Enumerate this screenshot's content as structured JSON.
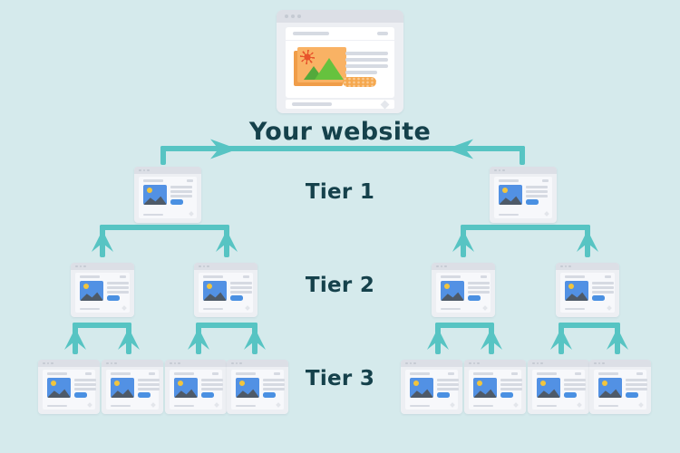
{
  "title": "Tiered link building diagram",
  "labels": {
    "website": "Your website",
    "tier1": "Tier 1",
    "tier2": "Tier 2",
    "tier3": "Tier 3"
  },
  "diagram": {
    "website_count": 1,
    "tiers": [
      {
        "label": "Tier 1",
        "site_count": 2
      },
      {
        "label": "Tier 2",
        "site_count": 4
      },
      {
        "label": "Tier 3",
        "site_count": 8
      }
    ],
    "link_direction": "arrows point from lower tiers up toward the website"
  },
  "icons": [
    "window-dots-icon",
    "sun-icon",
    "mountains-icon",
    "photo-placeholder-icon",
    "diamond-icon",
    "arrow-up-icon",
    "arrow-right-icon",
    "arrow-left-icon"
  ],
  "colors": {
    "background": "#d5eaec",
    "connector": "#57c4c3",
    "heading": "#15414b",
    "window_frame": "#edeff3",
    "window_titlebar": "#dcdfe6",
    "window_dot": "#c5cad3",
    "panel": "#f7f8fb",
    "line_gray": "#d6dae2",
    "photo_blue": "#5291e4",
    "sun_yellow": "#f2c53d",
    "mountain_slate": "#4e5a68",
    "button_blue": "#4a90e2",
    "photo_orange_front": "#f9b264",
    "photo_orange_back": "#f09d49",
    "sun_red": "#e8542c",
    "mountain_green_light": "#66c23e",
    "mountain_green_dark": "#53a93b",
    "button_orange": "#f5a84f"
  }
}
